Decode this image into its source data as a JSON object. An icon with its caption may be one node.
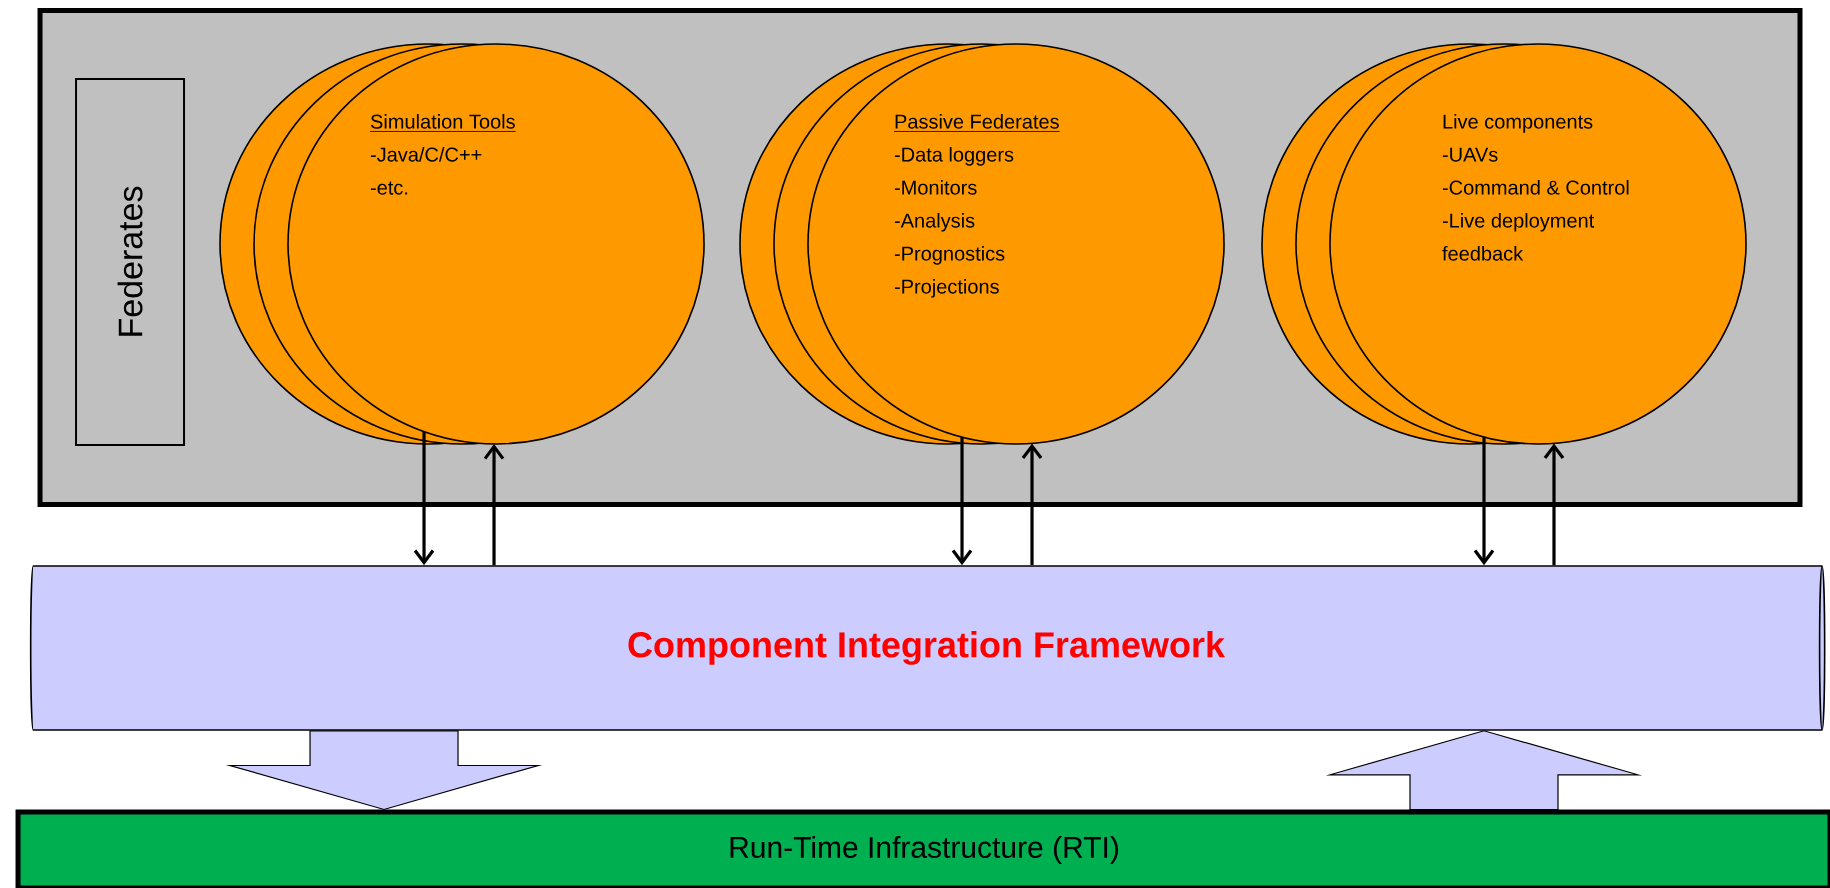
{
  "diagram": {
    "nodes": [
      {
        "text": [],
        "shape": "box"
      },
      {
        "text": [
          "Federates"
        ],
        "in": 0
      },
      {
        "text": [
          "Simulation Tools",
          "-Java/C/C++",
          "-etc."
        ],
        "in": 0
      },
      {
        "text": [
          "Passive Federates",
          "-Data loggers",
          "-Monitors",
          "-Analysis",
          "-Prognostics",
          "-Projections"
        ],
        "in": 0
      },
      {
        "text": [
          "Live components",
          "-UAVs",
          "-Command & Control",
          "-Live deployment feedback"
        ],
        "in": 0
      },
      {
        "text": [
          "Component Integration Framework"
        ]
      },
      {
        "text": [
          "Run-Time Infrastructure (RTI)"
        ]
      }
    ],
    "edges": [
      {
        "from": 2,
        "to": 5,
        "arrow": "to"
      },
      {
        "from": 5,
        "to": 2,
        "arrow": "to"
      },
      {
        "from": 3,
        "to": 5,
        "arrow": "to"
      },
      {
        "from": 5,
        "to": 3,
        "arrow": "to"
      },
      {
        "from": 4,
        "to": 5,
        "arrow": "to"
      },
      {
        "from": 5,
        "to": 4,
        "arrow": "to"
      },
      {
        "from": 5,
        "to": 6,
        "arrow": "to",
        "style": "thick"
      },
      {
        "from": 6,
        "to": 5,
        "arrow": "to",
        "style": "thick"
      }
    ]
  }
}
